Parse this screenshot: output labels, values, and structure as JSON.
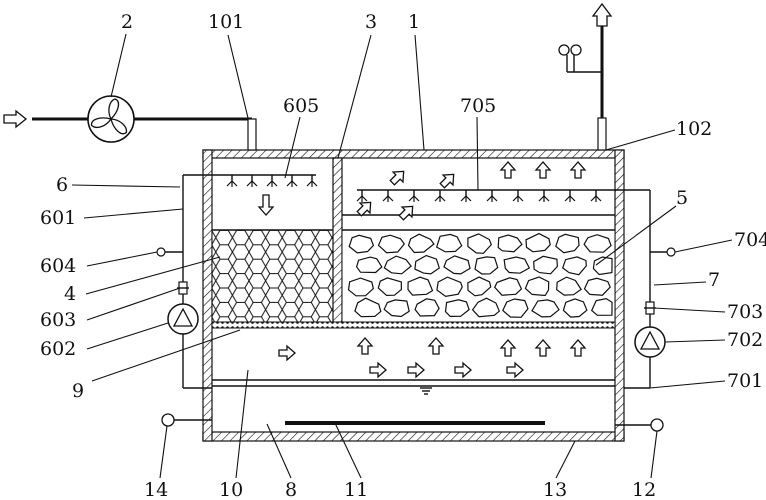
{
  "labels": {
    "l1": "1",
    "l2": "2",
    "l3": "3",
    "l4": "4",
    "l5": "5",
    "l6": "6",
    "l7": "7",
    "l8": "8",
    "l9": "9",
    "l10": "10",
    "l11": "11",
    "l12": "12",
    "l13": "13",
    "l14": "14",
    "l101": "101",
    "l102": "102",
    "l601": "601",
    "l602": "602",
    "l603": "603",
    "l604": "604",
    "l605": "605",
    "l701": "701",
    "l702": "702",
    "l703": "703",
    "l704": "704",
    "l705": "705"
  },
  "icons": {
    "fan": "fan-icon",
    "pump": "pump-icon",
    "valve": "valve-icon",
    "gauge": "pressure-gauge-icon",
    "nozzle": "spray-nozzle-icon",
    "flow": "flow-arrow-icon"
  }
}
